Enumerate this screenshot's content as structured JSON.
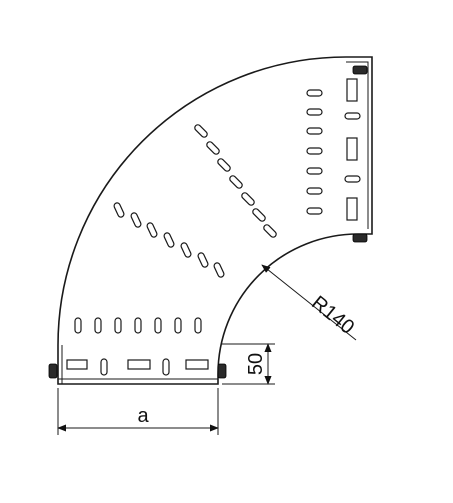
{
  "drawing": {
    "radius_label": "R140",
    "height_label": "50",
    "width_label": "a"
  }
}
